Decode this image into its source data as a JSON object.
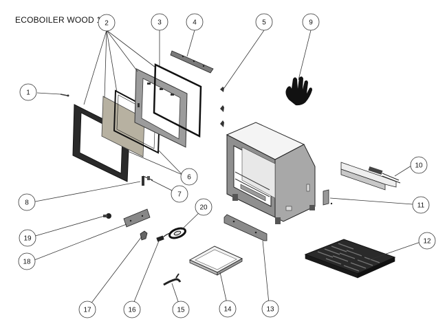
{
  "diagram": {
    "title": "ECOBOILER WOOD 12",
    "callouts": [
      "1",
      "2",
      "3",
      "4",
      "5",
      "6",
      "7",
      "8",
      "9",
      "10",
      "11",
      "12",
      "13",
      "14",
      "15",
      "16",
      "17",
      "18",
      "19",
      "20"
    ]
  },
  "colors": {
    "line": "#222222",
    "metal": "#9a9a9a",
    "metal_dark": "#6e6e6e",
    "glass": "#b9b3a3",
    "black": "#1a1a1a",
    "top_panel": "#f2f2f2"
  }
}
